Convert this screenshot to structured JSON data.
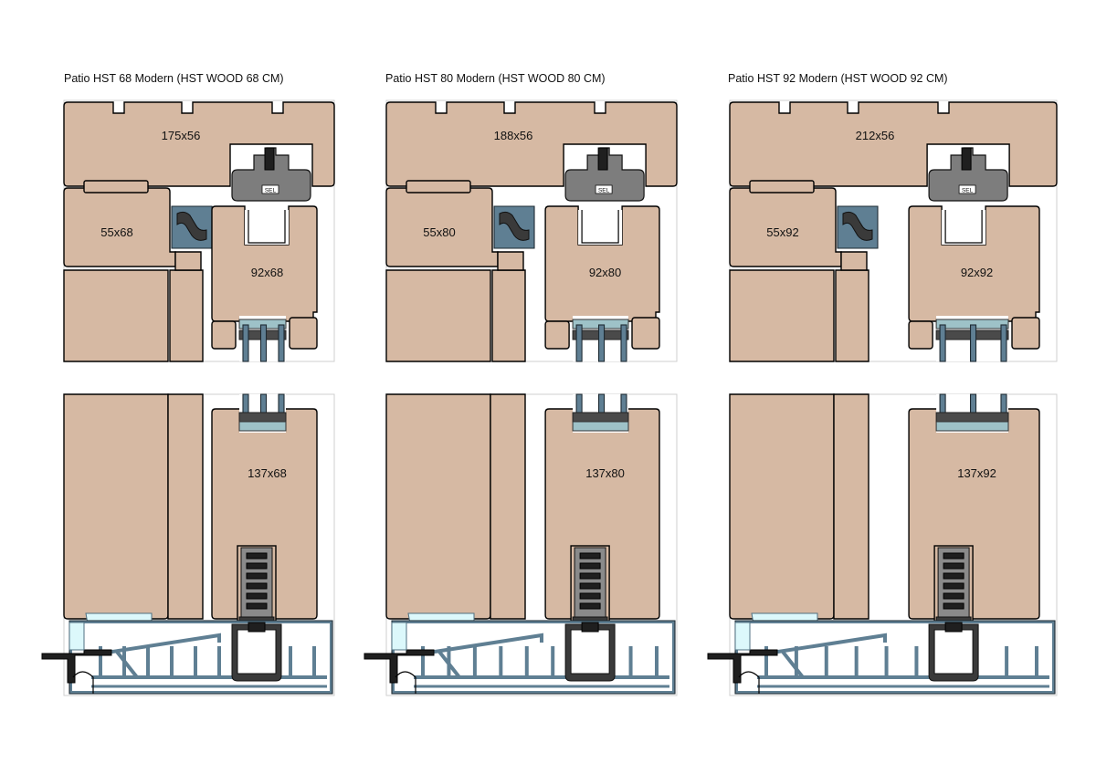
{
  "panels": [
    {
      "title": "Patio HST 68 Modern (HST WOOD 68 CM)",
      "top_frame_label": "175x56",
      "left_sash_label": "55x68",
      "right_sash_label": "92x68",
      "bottom_sash_label": "137x68",
      "badge": "SEL"
    },
    {
      "title": "Patio HST 80 Modern (HST WOOD 80 CM)",
      "top_frame_label": "188x56",
      "left_sash_label": "55x80",
      "right_sash_label": "92x80",
      "bottom_sash_label": "137x80",
      "badge": "SEL"
    },
    {
      "title": "Patio HST 92 Modern (HST WOOD 92 CM)",
      "top_frame_label": "212x56",
      "left_sash_label": "55x92",
      "right_sash_label": "92x92",
      "bottom_sash_label": "137x92",
      "badge": "SEL"
    }
  ],
  "colors": {
    "wood": "#d6b9a3",
    "aluminium": "#5f7f93",
    "gasket": "#3a3a3a",
    "thermal_break": "#dcf8fb"
  }
}
